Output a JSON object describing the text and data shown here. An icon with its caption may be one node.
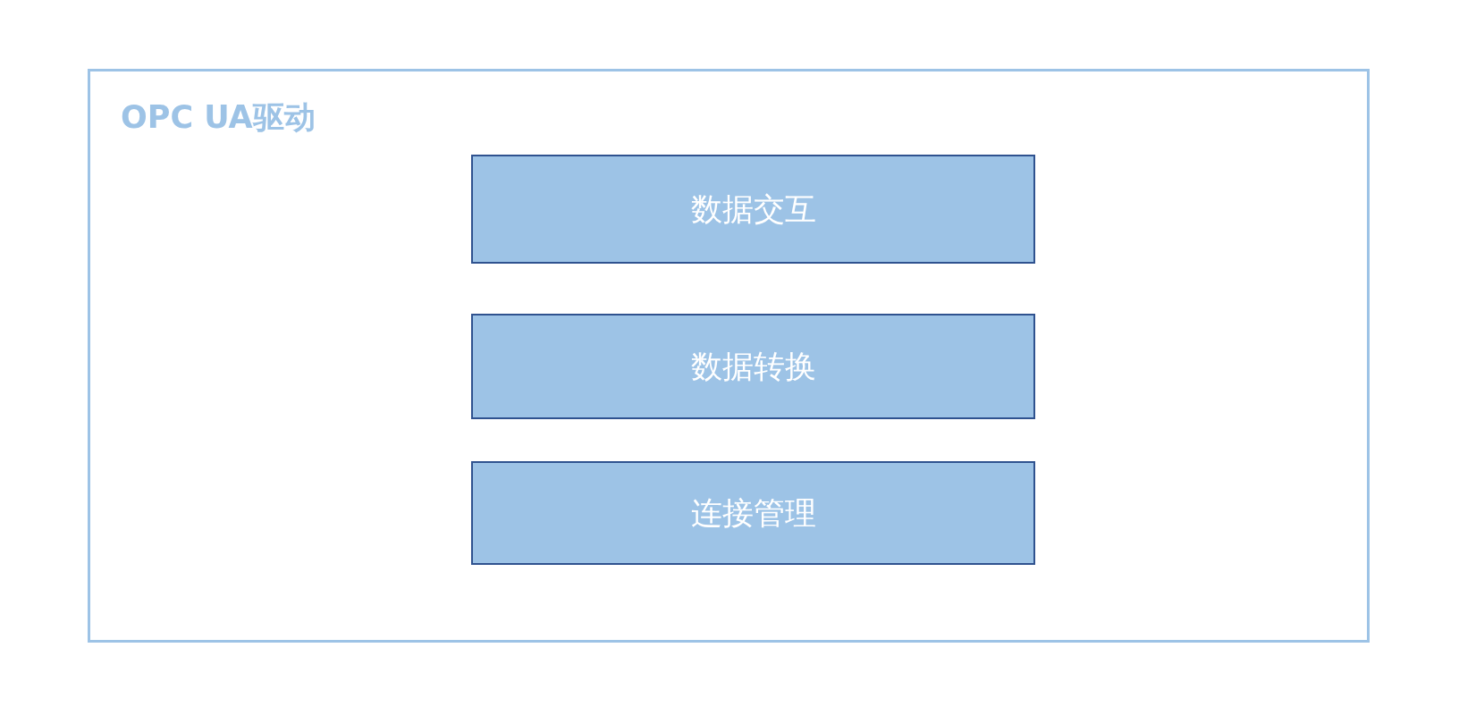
{
  "diagram": {
    "nodes": [
      {
        "text": [
          "OPC UA驱动"
        ]
      },
      {
        "text": [
          "数据交互"
        ],
        "in": 0
      },
      {
        "text": [
          "数据转换"
        ],
        "in": 0
      },
      {
        "text": [
          "连接管理"
        ],
        "in": 0
      }
    ]
  }
}
